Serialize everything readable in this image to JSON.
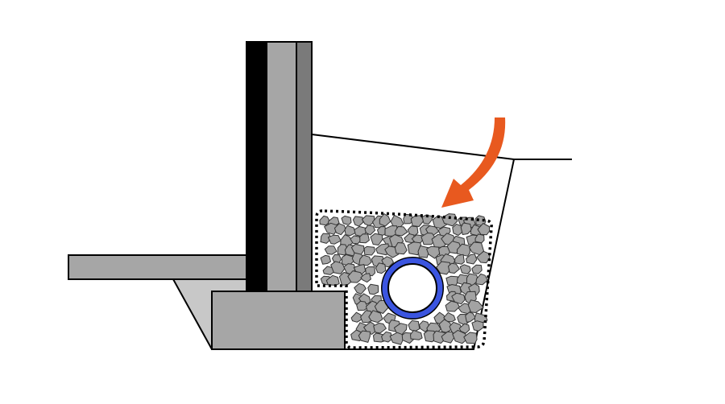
{
  "colors": {
    "background": "#ffffff",
    "waterproofing": "#000000",
    "wall": "#a6a6a6",
    "wall_insulation": "#7a7a7a",
    "footing": "#a6a6a6",
    "slab": "#a6a6a6",
    "subbase": "#c8c8c8",
    "gravel": "#a3a3a3",
    "pipe": "#3b55e0",
    "water_arrow": "#e8591f"
  },
  "icons": [
    "water-flow-arrow",
    "drain-pipe",
    "gravel-stones"
  ]
}
